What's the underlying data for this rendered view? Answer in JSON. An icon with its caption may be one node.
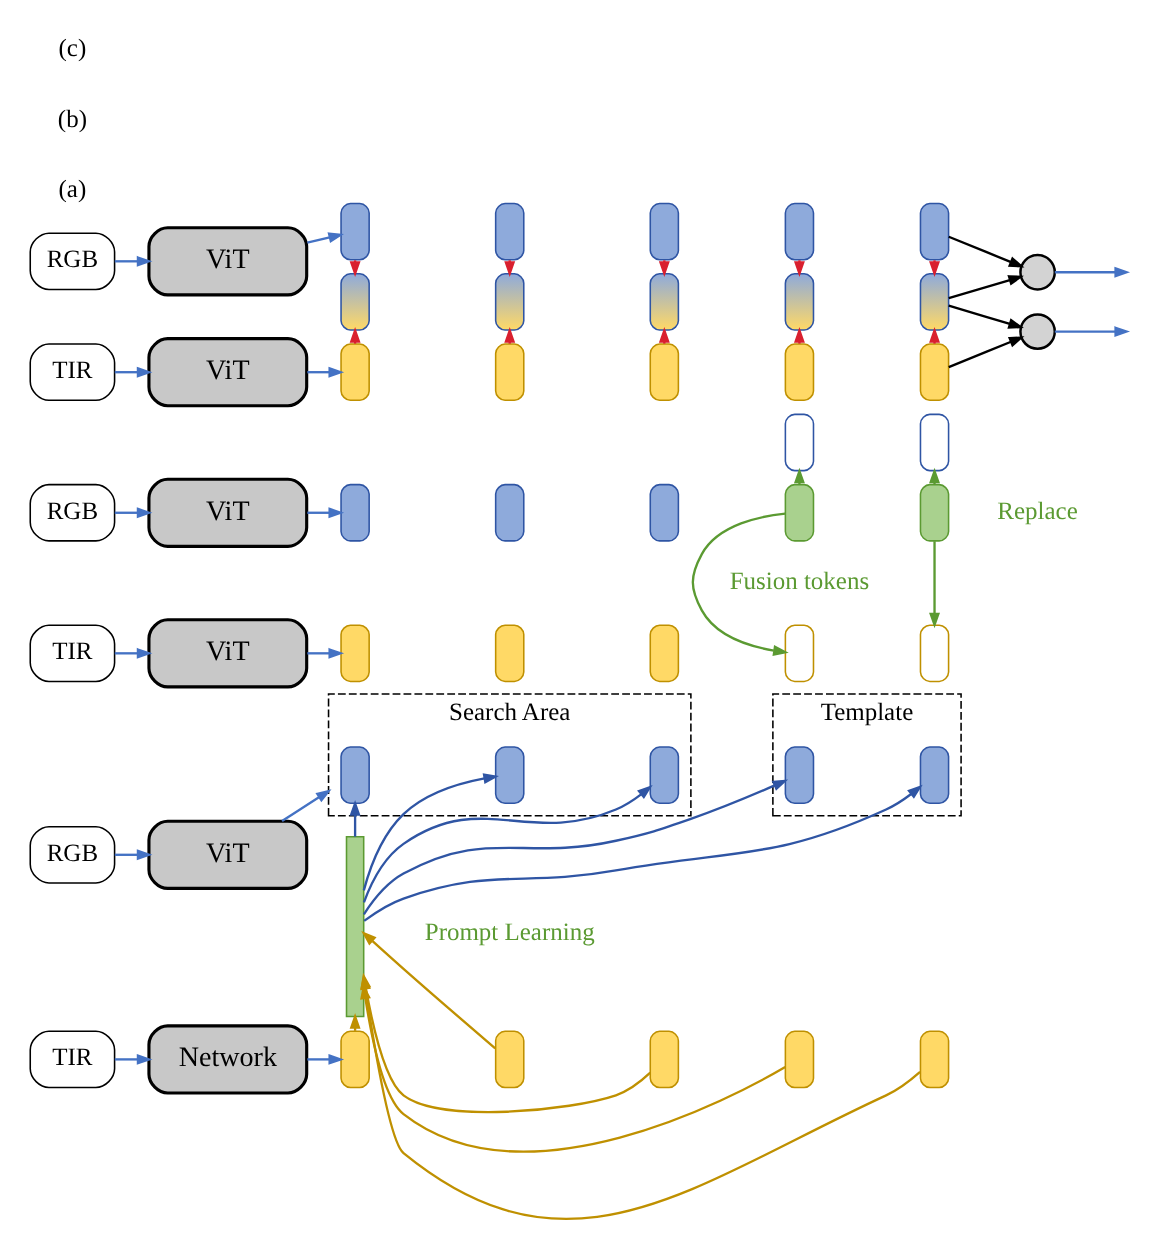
{
  "diagram": {
    "nodes": [
      {
        "text": [
          "RGB"
        ]
      },
      {
        "text": [
          "ViT"
        ]
      },
      {
        "text": [
          "Search Area"
        ]
      },
      {
        "text": [],
        "shape": "box",
        "in": 2
      },
      {
        "text": [],
        "shape": "box",
        "in": 2
      },
      {
        "text": [],
        "shape": "box",
        "in": 2
      },
      {
        "text": [
          "Template"
        ]
      },
      {
        "text": [],
        "shape": "box",
        "in": 6
      },
      {
        "text": [],
        "shape": "box",
        "in": 6
      },
      {
        "text": [],
        "shape": "bar"
      },
      {
        "text": [
          "TIR"
        ]
      },
      {
        "text": [
          "Network"
        ]
      },
      {
        "text": [],
        "shape": "box"
      },
      {
        "text": [],
        "shape": "box"
      },
      {
        "text": [],
        "shape": "box"
      },
      {
        "text": [],
        "shape": "box"
      },
      {
        "text": [],
        "shape": "box"
      },
      {
        "text": [
          "RGB"
        ]
      },
      {
        "text": [
          "ViT"
        ]
      },
      {
        "text": [],
        "shape": "box"
      },
      {
        "text": [],
        "shape": "box"
      },
      {
        "text": [],
        "shape": "box"
      },
      {
        "text": [],
        "shape": "box"
      },
      {
        "text": [],
        "shape": "box"
      },
      {
        "text": [],
        "shape": "box"
      },
      {
        "text": [],
        "shape": "box"
      },
      {
        "text": [
          "TIR"
        ]
      },
      {
        "text": [
          "ViT"
        ]
      },
      {
        "text": [],
        "shape": "box"
      },
      {
        "text": [],
        "shape": "box"
      },
      {
        "text": [],
        "shape": "box"
      },
      {
        "text": [],
        "shape": "box"
      },
      {
        "text": [],
        "shape": "box"
      },
      {
        "text": [
          "RGB"
        ]
      },
      {
        "text": [
          "ViT"
        ]
      },
      {
        "text": [],
        "shape": "box"
      },
      {
        "text": [],
        "shape": "box"
      },
      {
        "text": [],
        "shape": "box"
      },
      {
        "text": [],
        "shape": "box"
      },
      {
        "text": [],
        "shape": "box"
      },
      {
        "text": [],
        "shape": "box"
      },
      {
        "text": [],
        "shape": "box"
      },
      {
        "text": [],
        "shape": "box"
      },
      {
        "text": [],
        "shape": "box"
      },
      {
        "text": [],
        "shape": "box"
      },
      {
        "text": [
          "TIR"
        ]
      },
      {
        "text": [
          "ViT"
        ]
      },
      {
        "text": [],
        "shape": "box"
      },
      {
        "text": [],
        "shape": "box"
      },
      {
        "text": [],
        "shape": "box"
      },
      {
        "text": [],
        "shape": "box"
      },
      {
        "text": [],
        "shape": "box"
      },
      {
        "text": [],
        "shape": "circle"
      },
      {
        "text": [],
        "shape": "circle"
      }
    ],
    "edges": [
      {
        "from": 0,
        "to": 1,
        "arrow": "to"
      },
      {
        "from": 1,
        "to": 2,
        "arrow": "to"
      },
      {
        "from": 10,
        "to": 11,
        "arrow": "to"
      },
      {
        "from": 11,
        "to": 12,
        "arrow": "to"
      },
      {
        "from": 12,
        "to": 9,
        "arrow": "to",
        "color": "#bf9000"
      },
      {
        "from": 13,
        "to": 9,
        "arrow": "to",
        "color": "#bf9000"
      },
      {
        "from": 14,
        "to": 9,
        "arrow": "to",
        "color": "#bf9000"
      },
      {
        "from": 15,
        "to": 9,
        "arrow": "to",
        "color": "#bf9000"
      },
      {
        "from": 16,
        "to": 9,
        "arrow": "to",
        "color": "#bf9000"
      },
      {
        "from": 9,
        "to": 3,
        "arrow": "to",
        "color": "#2f55a4"
      },
      {
        "from": 9,
        "to": 4,
        "arrow": "to",
        "color": "#2f55a4"
      },
      {
        "from": 9,
        "to": 5,
        "arrow": "to",
        "color": "#2f55a4"
      },
      {
        "from": 9,
        "to": 7,
        "arrow": "to",
        "color": "#2f55a4"
      },
      {
        "from": 9,
        "to": 8,
        "arrow": "to",
        "color": "#2f55a4"
      },
      {
        "from": 17,
        "to": 18,
        "arrow": "to"
      },
      {
        "from": 18,
        "to": 19,
        "arrow": "to"
      },
      {
        "from": 26,
        "to": 27,
        "arrow": "to"
      },
      {
        "from": 27,
        "to": 28,
        "arrow": "to"
      },
      {
        "from": 24,
        "to": 22,
        "arrow": "to",
        "color": "#5b9a32"
      },
      {
        "from": 25,
        "to": 23,
        "arrow": "to",
        "color": "#5b9a32"
      },
      {
        "from": 24,
        "to": 31,
        "arrow": "to",
        "color": "#5b9a32"
      },
      {
        "from": 25,
        "to": 32,
        "arrow": "to",
        "color": "#5b9a32"
      },
      {
        "from": 33,
        "to": 34,
        "arrow": "to"
      },
      {
        "from": 34,
        "to": 35,
        "arrow": "to"
      },
      {
        "from": 45,
        "to": 46,
        "arrow": "to"
      },
      {
        "from": 46,
        "to": 47,
        "arrow": "to"
      },
      {
        "from": 35,
        "to": 40,
        "arrow": "to",
        "color": "#d9202f"
      },
      {
        "from": 36,
        "to": 41,
        "arrow": "to",
        "color": "#d9202f"
      },
      {
        "from": 37,
        "to": 42,
        "arrow": "to",
        "color": "#d9202f"
      },
      {
        "from": 38,
        "to": 43,
        "arrow": "to",
        "color": "#d9202f"
      },
      {
        "from": 39,
        "to": 44,
        "arrow": "to",
        "color": "#d9202f"
      },
      {
        "from": 47,
        "to": 40,
        "arrow": "to",
        "color": "#d9202f"
      },
      {
        "from": 48,
        "to": 41,
        "arrow": "to",
        "color": "#d9202f"
      },
      {
        "from": 49,
        "to": 42,
        "arrow": "to",
        "color": "#d9202f"
      },
      {
        "from": 50,
        "to": 43,
        "arrow": "to",
        "color": "#d9202f"
      },
      {
        "from": 51,
        "to": 44,
        "arrow": "to",
        "color": "#d9202f"
      },
      {
        "from": 39,
        "to": 52,
        "arrow": "to",
        "color": "#000000"
      },
      {
        "from": 44,
        "to": 52,
        "arrow": "to",
        "color": "#000000"
      },
      {
        "from": 44,
        "to": 53,
        "arrow": "to",
        "color": "#000000"
      },
      {
        "from": 51,
        "to": 53,
        "arrow": "to",
        "color": "#000000"
      },
      {
        "from": 52,
        "to": null,
        "arrow": "to"
      },
      {
        "from": 53,
        "to": null,
        "arrow": "to"
      }
    ],
    "labels": [
      "(a)",
      "Prompt Learning",
      "(b)",
      "Fusion tokens",
      "Replace",
      "(c)"
    ]
  }
}
